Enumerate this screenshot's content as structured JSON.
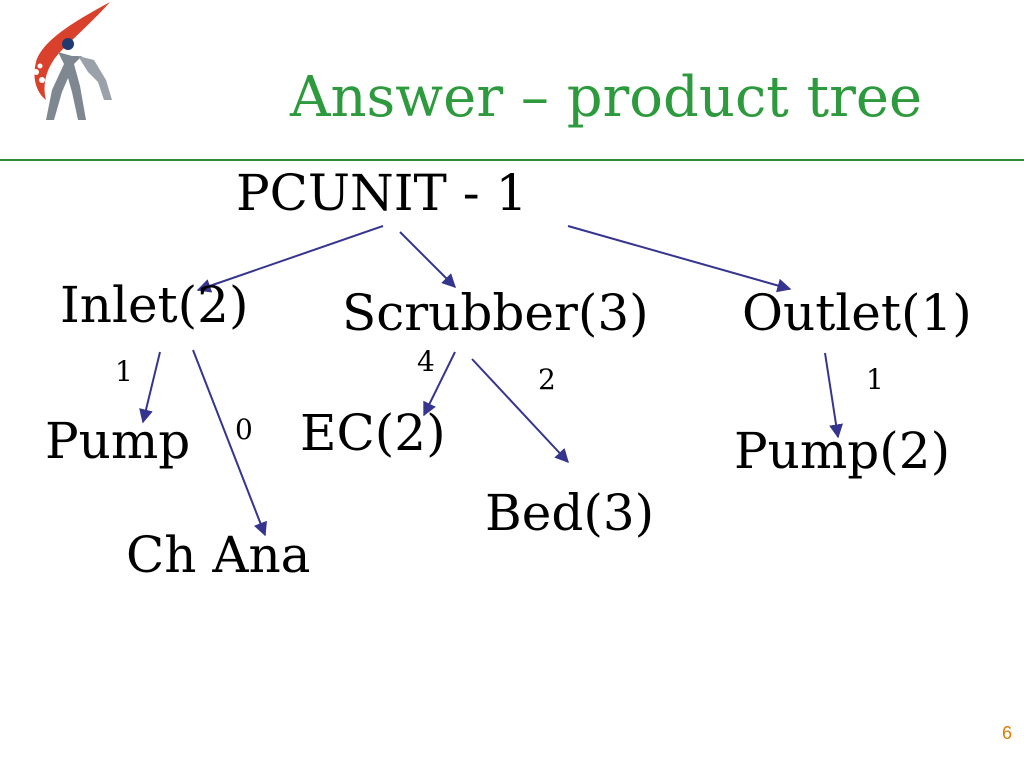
{
  "slide": {
    "title": "Answer – product tree",
    "page_number": "6"
  },
  "tree": {
    "root": "PCUNIT  - 1",
    "inlet": "Inlet(2)",
    "scrubber": "Scrubber(3)",
    "outlet": "Outlet(1)",
    "pump": "Pump",
    "ch_ana": "Ch Ana",
    "ec": "EC(2)",
    "bed": "Bed(3)",
    "pump2": "Pump(2)"
  },
  "quantities": {
    "pump": "1",
    "ch_ana": "0",
    "ec": "4",
    "bed": "2",
    "pump2": "1"
  },
  "colors": {
    "title": "#2e9a3e",
    "rule": "#2e8b3a",
    "arrow": "#35358f",
    "page_number": "#e07b00"
  },
  "icons": {
    "logo": "company-logo"
  }
}
